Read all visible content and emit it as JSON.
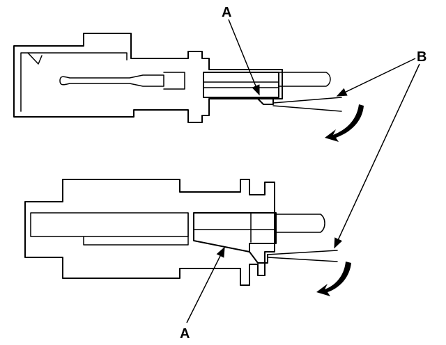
{
  "labels": {
    "a_top": "A",
    "b": "B",
    "a_bottom": "A"
  },
  "colors": {
    "ink": "#000000",
    "background": "#ffffff"
  },
  "icons": {
    "top_rotation": "curved-arrow-icon",
    "bottom_rotation": "curved-arrow-icon"
  }
}
